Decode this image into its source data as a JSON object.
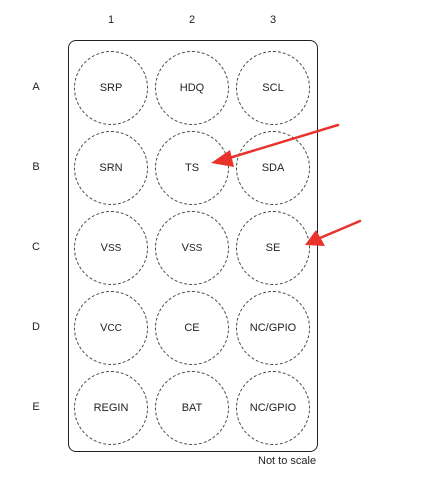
{
  "columns": [
    "1",
    "2",
    "3"
  ],
  "rows": [
    "A",
    "B",
    "C",
    "D",
    "E"
  ],
  "balls": [
    [
      {
        "main": "SRP",
        "sub": ""
      },
      {
        "main": "HDQ",
        "sub": ""
      },
      {
        "main": "SCL",
        "sub": ""
      }
    ],
    [
      {
        "main": "SRN",
        "sub": ""
      },
      {
        "main": "TS",
        "sub": ""
      },
      {
        "main": "SDA",
        "sub": ""
      }
    ],
    [
      {
        "main": "V",
        "sub": "SS"
      },
      {
        "main": "V",
        "sub": "SS"
      },
      {
        "main": "SE",
        "sub": ""
      }
    ],
    [
      {
        "main": "V",
        "sub": "CC"
      },
      {
        "main": "CE",
        "sub": ""
      },
      {
        "main": "NC/GPIO",
        "sub": ""
      }
    ],
    [
      {
        "main": "REGIN",
        "sub": ""
      },
      {
        "main": "BAT",
        "sub": ""
      },
      {
        "main": "NC/GPIO",
        "sub": ""
      }
    ]
  ],
  "note": "Not to scale",
  "arrows": [
    {
      "points_to": "TS",
      "color": "#e8322a"
    },
    {
      "points_to": "SE",
      "color": "#e8322a"
    }
  ]
}
